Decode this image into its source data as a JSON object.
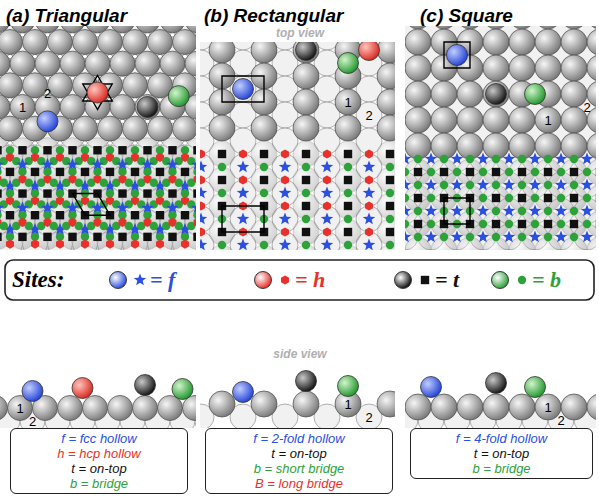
{
  "diagram": {
    "nodes": [
      {
        "text": [
          "f = fcc hollow",
          "h = hcp hollow",
          "t = on-top",
          "b = bridge"
        ]
      },
      {
        "text": [
          "f = 2-fold hollow",
          "t = on-top",
          "b = short bridge",
          "B = long bridge"
        ]
      },
      {
        "text": [
          "f = 4-fold hollow",
          "t = on-top",
          "b = bridge"
        ]
      }
    ],
    "labels": [
      "(a) Triangular",
      "(b) Rectangular",
      "(c) Square",
      "top view",
      "1",
      "2",
      "1",
      "2",
      "1",
      "2",
      "Sites:",
      "side view",
      "1",
      "2",
      "1",
      "2",
      "1",
      "2"
    ],
    "legend": [
      {
        "text": "= f",
        "color": "#2b4fe0"
      },
      {
        "text": "= h",
        "color": "#e8312a"
      },
      {
        "text": "= t",
        "color": "#111111"
      },
      {
        "text": "= b",
        "color": "#2ea23a"
      }
    ]
  }
}
